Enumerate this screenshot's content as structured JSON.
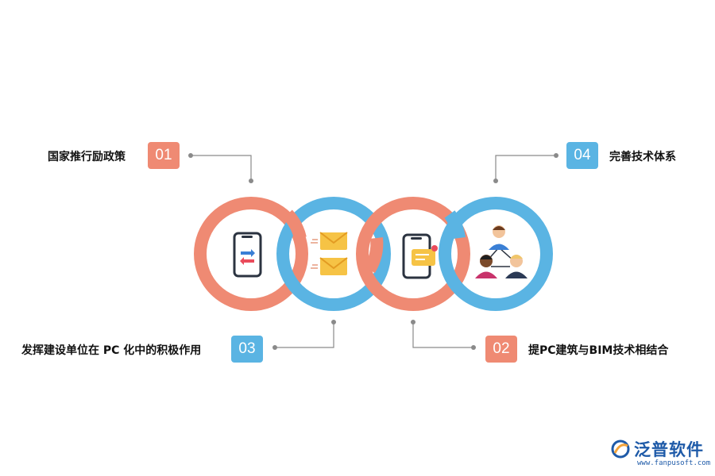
{
  "items": [
    {
      "number": "01",
      "label": "国家推行励政策"
    },
    {
      "number": "02",
      "label": "提PC建筑与BIM技术相结合"
    },
    {
      "number": "03",
      "label": "发挥建设单位在 PC 化中的积极作用"
    },
    {
      "number": "04",
      "label": "完善技术体系"
    }
  ],
  "colors": {
    "orange": "#ef8a73",
    "blue": "#5ab4e3"
  },
  "logo": {
    "text": "泛普软件",
    "url": "www.fanpusoft.com"
  },
  "icons": [
    "phone-transfer-icon",
    "mail-envelopes-icon",
    "phone-chat-icon",
    "team-people-icon"
  ]
}
